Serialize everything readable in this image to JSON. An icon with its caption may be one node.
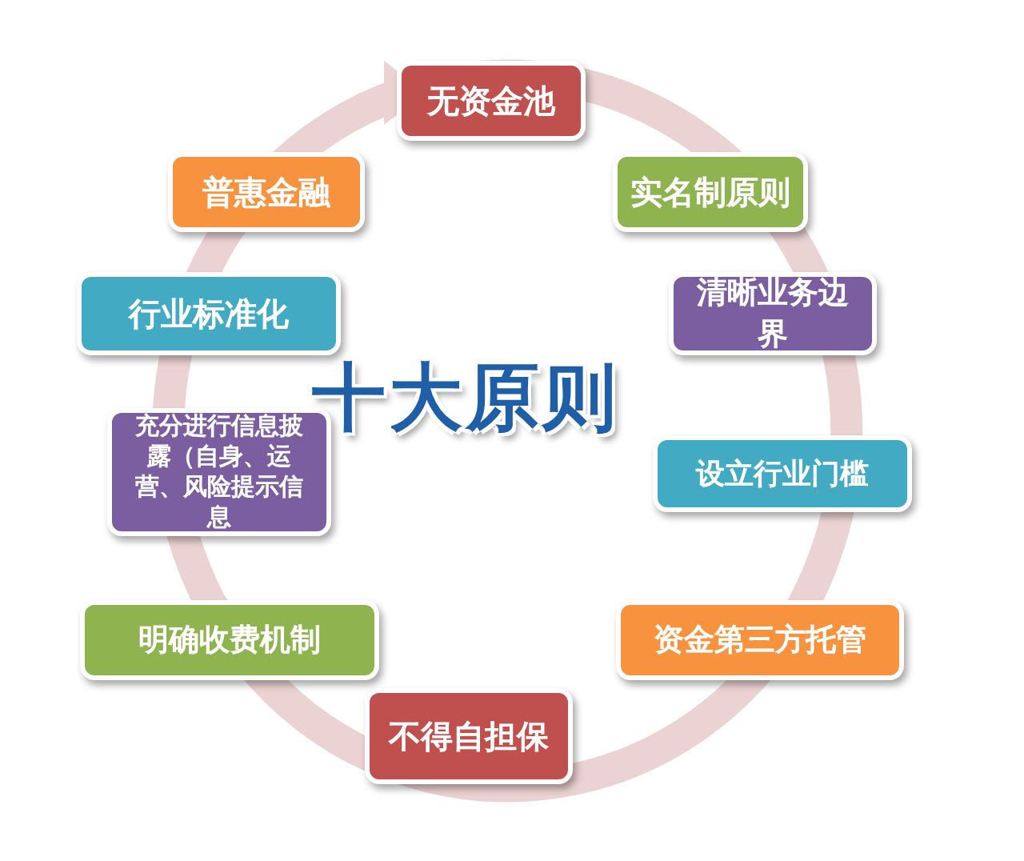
{
  "diagram": {
    "title": "十大原则",
    "nodes": [
      {
        "text": [
          "无资金池"
        ]
      },
      {
        "text": [
          "实名制原则"
        ]
      },
      {
        "text": [
          "清晰业务边界"
        ]
      },
      {
        "text": [
          "设立行业门槛"
        ]
      },
      {
        "text": [
          "资金第三方托管"
        ]
      },
      {
        "text": [
          "不得自担保"
        ]
      },
      {
        "text": [
          "明确收费机制"
        ]
      },
      {
        "text": [
          "充分进行信息披露（自身、运营、风险提示信息"
        ]
      },
      {
        "text": [
          "行业标准化"
        ]
      },
      {
        "text": [
          "普惠金融"
        ]
      }
    ]
  }
}
